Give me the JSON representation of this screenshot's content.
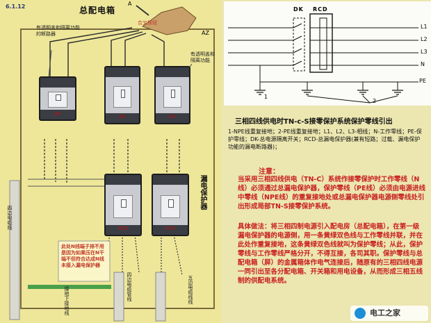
{
  "left": {
    "slide_number": "6.1.12",
    "title": "总配电箱",
    "callout_top_left": "有透明盖和隔离功能的断路器",
    "callout_mid_right": "有透明盖和隔离功能",
    "hand_label": "合叉探钮",
    "hand_mark_a": "A",
    "hand_mark_az": "AZ",
    "rcd_side_label": "漏电保护器",
    "breaker_labels": [
      "DK",
      "DK",
      "DK",
      "RCD",
      "RCD"
    ],
    "pe_post_label": "四边电缆线",
    "ground_label": "接地下接地线",
    "pipe_label": "四边电缆管线",
    "five_wire_label": "五边电缆线线",
    "warning_note": "此处N线端子排不用是因为如果压在N干端不但符合达成N线未接入漏电保护器"
  },
  "wiring": {
    "dk_label": "DK",
    "rcd_label": "RCD",
    "lines": [
      "L1",
      "L2",
      "L3",
      "N",
      "PE"
    ],
    "ground_marks": [
      "1",
      "2"
    ]
  },
  "caption": {
    "title": "三相四线供电时TN-c-S接零保护系统保护零线引出",
    "legend": "1-NPE线重复接地；2-PE线重复接地；L1、L2、L3-相线；N-工作零线；PE-保护零线；DK-总电源隔离开关；RCD-总漏电保护器(兼有短路；过载、漏电保护功能的漏电断路器)；"
  },
  "notes": {
    "heading": "注意：",
    "paragraph1": "当采用三相四线供电（TN-C）系统作接零保护时工作零线（N线）必须通过总漏电保护器，保护零线（PE线）必须由电源进线中零线（NPE线）的重复接地处或总漏电保护器电源侧零线处引出形成局部TN-S接零保护系统。",
    "paragraph2": "具体做法：将三相四制电源引入配电房（总配电箱），在第一级漏电保护器的电源侧，用一条黄绿双色线与工作零线并联，并在此处作重复接地，这条黄绿双色线就叫为保护零线；从此，保护零线与工作零线严格分开，不得互接，各司其职。保护零线与总配电箱（屏）的金属箱体作电气连接后，随原有的三相四线电源一同引出至各分配电箱、开关箱和用电设备，从而形成三相五线制的供配电系统。"
  },
  "watermark": "电工之家"
}
